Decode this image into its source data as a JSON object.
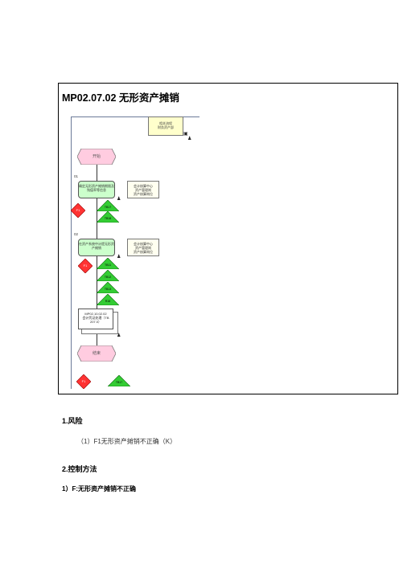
{
  "flowchart": {
    "title": "MP02.07.02  无形资产摊销",
    "legend_text": "相关流程\n财务资产部",
    "start_label": "开始",
    "end_label": "结束",
    "steps": [
      {
        "number": "01",
        "text": "确定无形资产摊销期限及残值率等信息",
        "note": "会计核算中心\n资产管理岗\n资产核算岗位",
        "risk": "F1",
        "controls": [
          "TB17",
          "TB18"
        ]
      },
      {
        "number": "02",
        "text": "在资产系统中计提无形资产摊销",
        "note": "会计核算中心\n资产管理岗\n资产核算岗位",
        "risk": "F1",
        "controls": [
          "TB11",
          "TB12",
          "TB13",
          "R18"
        ]
      }
    ],
    "subprocess_text": "MP02.10.02.02\n会计凭证处理（TB\n207.0）",
    "bottom_risk": "F1",
    "bottom_control": "TB17"
  },
  "sections": {
    "risk_heading": "1.风险",
    "risk_item": "（1）F1无形资产摊销不正确（K）",
    "control_heading": "2.控制方法",
    "control_item": "1）F:无形资产摊销不正确"
  },
  "colors": {
    "start_end_fill": "#ffcce0",
    "process_fill": "#ccffcc",
    "risk_fill": "#ff3333",
    "control_fill": "#33cc33",
    "legend_fill": "#ffffcc"
  }
}
